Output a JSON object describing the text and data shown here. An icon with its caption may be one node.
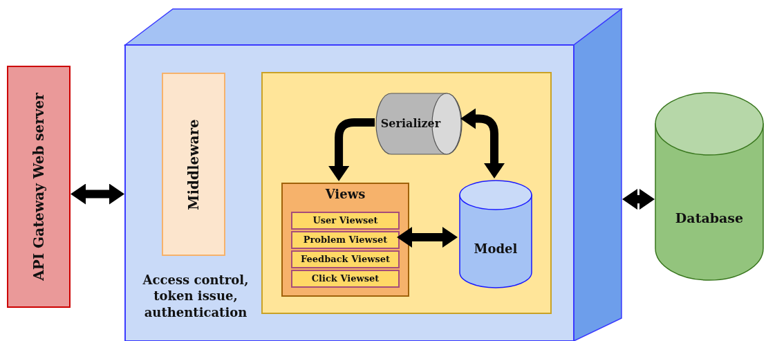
{
  "diagram": {
    "nodes": [
      {
        "text": [
          "API Gateway Web server"
        ]
      },
      {
        "text": [],
        "shape": "box"
      },
      {
        "text": [
          "Middleware"
        ],
        "in": 1,
        "beside": [
          "Access control, token issue, authentication"
        ]
      },
      {
        "text": [],
        "shape": "box",
        "in": 1
      },
      {
        "text": [
          "Serializer"
        ],
        "in": 3
      },
      {
        "text": [
          "Views"
        ],
        "in": 3
      },
      {
        "text": [
          "User Viewset"
        ],
        "in": 5
      },
      {
        "text": [
          "Problem Viewset"
        ],
        "in": 5
      },
      {
        "text": [
          "Feedback Viewset"
        ],
        "in": 5
      },
      {
        "text": [
          "Click Viewset"
        ],
        "in": 5
      },
      {
        "text": [
          "Model"
        ],
        "in": 3
      },
      {
        "text": [
          "Database"
        ]
      }
    ],
    "edges": [
      {
        "from": 0,
        "to": 1,
        "arrow": "both"
      },
      {
        "from": 4,
        "to": 5,
        "arrow": "to"
      },
      {
        "from": 4,
        "to": 10,
        "arrow": "both"
      },
      {
        "from": 7,
        "to": 10,
        "arrow": "both"
      },
      {
        "from": 1,
        "to": 11,
        "arrow": "both"
      }
    ]
  }
}
